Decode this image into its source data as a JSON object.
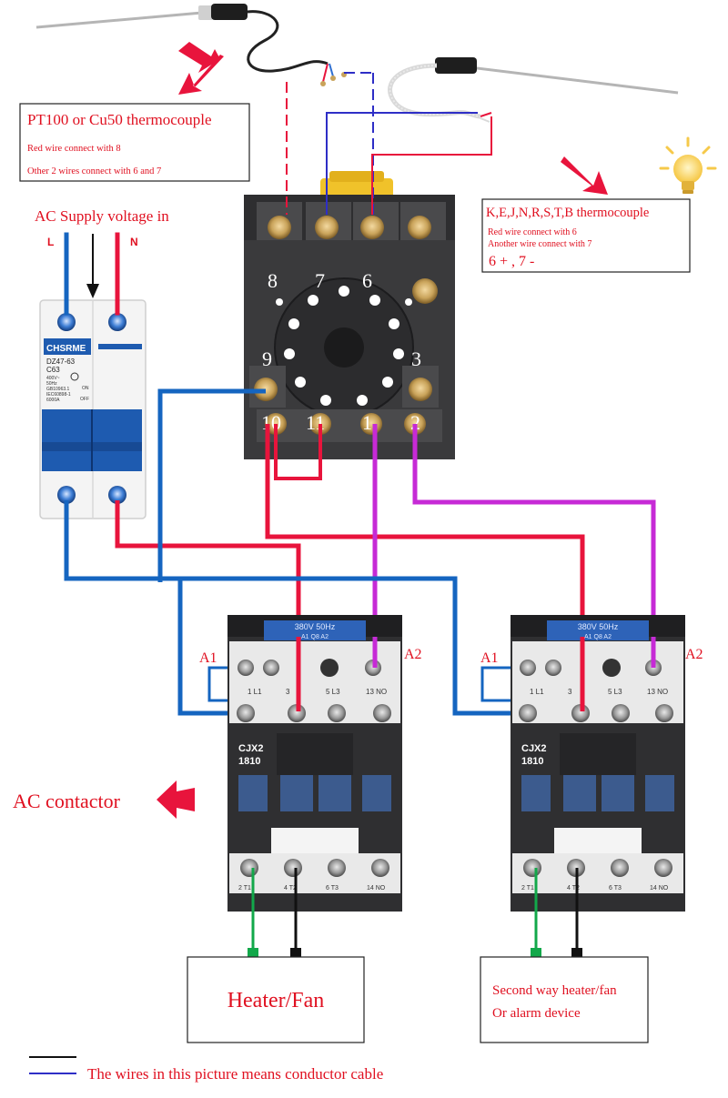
{
  "thermocouple_box": {
    "title": "PT100 or Cu50 thermocouple",
    "line1": "Red wire connect with 8",
    "line2": "Other 2 wires connect with 6 and  7"
  },
  "ac_supply": {
    "label": "AC Supply voltage in",
    "l": "L",
    "n": "N"
  },
  "breaker": {
    "brand": "CHSRME",
    "model": "DZ47-63",
    "rating": "C63",
    "spec1": "400V~",
    "spec2": "50Hz",
    "spec3": "GB10963.1",
    "spec4": "IEC60898-1",
    "spec5": "6000A",
    "on": "ON",
    "off": "OFF"
  },
  "k_box": {
    "title": "K,E,J,N,R,S,T,B thermocouple",
    "line1": "Red wire connect with 6",
    "line2": "Another wire connect with 7",
    "line3": "6 + , 7 -"
  },
  "relay": {
    "pin8": "8",
    "pin7": "7",
    "pin6": "6",
    "pin9": "9",
    "pin3": "3",
    "pin10": "10",
    "pin11": "11",
    "pin1": "1",
    "pin2": "2"
  },
  "contactor_label": "AC contactor",
  "contactors": [
    {
      "a1": "A1",
      "a2": "A2",
      "top_label": "380V 50Hz",
      "top_sub": "A1  Q8  A2",
      "model1": "CJX2",
      "model2": "1810",
      "t1": "1 L1",
      "t3": "3",
      "t5": "5 L3",
      "t13": "13 NO",
      "b2": "2 T1",
      "b4": "4 T2",
      "b6": "6 T3",
      "b14": "14 NO"
    },
    {
      "a1": "A1",
      "a2": "A2",
      "top_label": "380V 50Hz",
      "top_sub": "A1  Q8  A2",
      "model1": "CJX2",
      "model2": "1810",
      "t1": "1 L1",
      "t3": "3",
      "t5": "5 L3",
      "t13": "13 NO",
      "b2": "2 T1",
      "b4": "4 T2",
      "b6": "6 T3",
      "b14": "14 NO"
    }
  ],
  "load1": {
    "label": "Heater/Fan"
  },
  "load2": {
    "line1": "Second way heater/fan",
    "line2": "Or alarm device"
  },
  "legend": {
    "text": "The wires in this picture means conductor cable"
  },
  "colors": {
    "red": "#e8143c",
    "blue": "#1565c0",
    "purple": "#c62ad6",
    "green": "#12a84a",
    "black": "#111111",
    "title_red": "#e01020",
    "relay_body": "#3a3a3c",
    "contactor_body": "#2f2f31"
  }
}
